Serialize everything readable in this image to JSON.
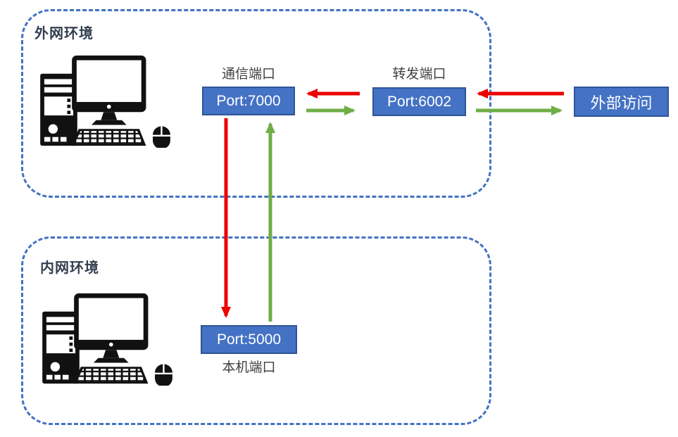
{
  "colors": {
    "zone_border": "#4472C4",
    "node_fill": "#4472C4",
    "node_border": "#2F5597",
    "node_text": "#FFFFFF",
    "zone_label_text": "#333F50",
    "caption_text": "#404040",
    "arrow_red": "#ED0000",
    "arrow_green": "#70AD47",
    "icon_black": "#111111"
  },
  "zones": {
    "external": {
      "label": "外网环境"
    },
    "internal": {
      "label": "内网环境"
    }
  },
  "nodes": {
    "port7000": {
      "label": "Port:7000",
      "caption": "通信端口"
    },
    "port6002": {
      "label": "Port:6002",
      "caption": "转发端口"
    },
    "port5000": {
      "label": "Port:5000",
      "caption": "本机端口"
    },
    "external_access": {
      "label": "外部访问"
    }
  },
  "icons": {
    "computer": "desktop-computer-icon"
  },
  "arrows": [
    {
      "id": "red-6002-to-7000",
      "color": "red",
      "from": "Port:6002",
      "to": "Port:7000",
      "direction": "left"
    },
    {
      "id": "green-7000-to-6002",
      "color": "green",
      "from": "Port:7000",
      "to": "Port:6002",
      "direction": "right"
    },
    {
      "id": "red-external-to-6002",
      "color": "red",
      "from": "外部访问",
      "to": "Port:6002",
      "direction": "left"
    },
    {
      "id": "green-6002-to-external",
      "color": "green",
      "from": "Port:6002",
      "to": "外部访问",
      "direction": "right"
    },
    {
      "id": "red-7000-to-5000",
      "color": "red",
      "from": "Port:7000",
      "to": "Port:5000",
      "direction": "down"
    },
    {
      "id": "green-5000-to-7000",
      "color": "green",
      "from": "Port:5000",
      "to": "Port:7000",
      "direction": "up"
    }
  ]
}
